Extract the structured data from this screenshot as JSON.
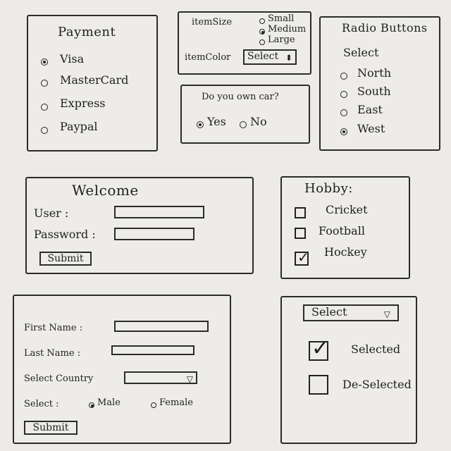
{
  "payment": {
    "title": "Payment",
    "options": [
      "Visa",
      "MasterCard",
      "Express",
      "Paypal"
    ],
    "selected": 0
  },
  "item": {
    "size_label": "itemSize",
    "size_options": [
      "Small",
      "Medium",
      "Large"
    ],
    "size_selected": 1,
    "color_label": "itemColor",
    "color_select": "Select"
  },
  "radio_buttons": {
    "title": "Radio Buttons",
    "select_label": "Select",
    "options": [
      "North",
      "South",
      "East",
      "West"
    ],
    "selected": 3
  },
  "car": {
    "question": "Do you own car?",
    "yes": "Yes",
    "no": "No",
    "selected": "yes"
  },
  "welcome": {
    "title": "Welcome",
    "user_label": "User :",
    "password_label": "Password :",
    "submit": "Submit"
  },
  "hobby": {
    "title": "Hobby:",
    "items": [
      {
        "label": "Cricket",
        "checked": false
      },
      {
        "label": "Football",
        "checked": false
      },
      {
        "label": "Hockey",
        "checked": true
      }
    ]
  },
  "registration": {
    "first_name": "First Name :",
    "last_name": "Last Name :",
    "country": "Select Country",
    "gender_label": "Select :",
    "male": "Male",
    "female": "Female",
    "selected_gender": "male",
    "submit": "Submit"
  },
  "select_panel": {
    "dropdown": "Select",
    "selected_label": "Selected",
    "deselected_label": "De-Selected"
  }
}
